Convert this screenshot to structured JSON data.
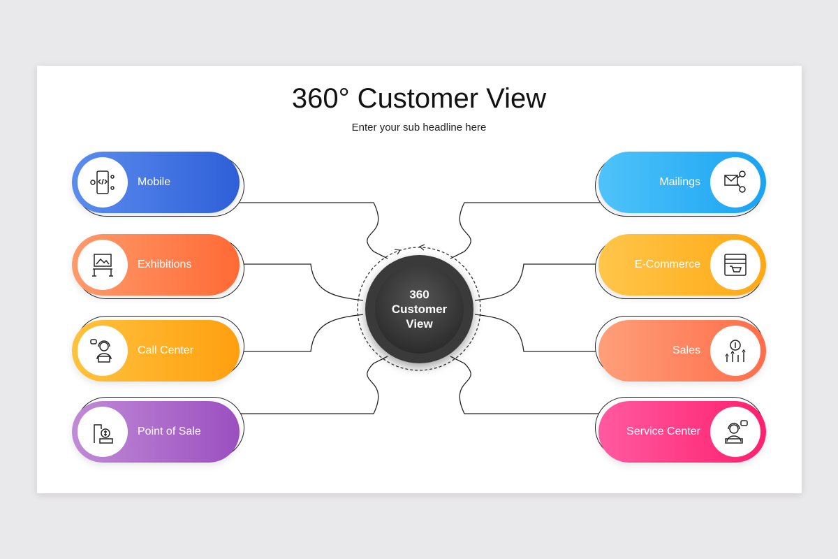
{
  "title": "360° Customer View",
  "subtitle": "Enter your sub headline here",
  "hub": {
    "label": "360 Customer View"
  },
  "left_items": [
    {
      "label": "Mobile",
      "icon": "mobile-code-icon",
      "color_start": "#5b8def",
      "color_end": "#2f5fd8"
    },
    {
      "label": "Exhibitions",
      "icon": "exhibition-icon",
      "color_start": "#ff9a6b",
      "color_end": "#ff6a35"
    },
    {
      "label": "Call Center",
      "icon": "call-center-agent-icon",
      "color_start": "#ffc23e",
      "color_end": "#ff9f0f"
    },
    {
      "label": "Point of Sale",
      "icon": "point-of-sale-icon",
      "color_start": "#c08bd6",
      "color_end": "#9b4fc0"
    }
  ],
  "right_items": [
    {
      "label": "Mailings",
      "icon": "mailing-network-icon",
      "color_start": "#4fc3fa",
      "color_end": "#1aa3f2"
    },
    {
      "label": "E-Commerce",
      "icon": "online-store-icon",
      "color_start": "#ffc64a",
      "color_end": "#ffa814"
    },
    {
      "label": "Sales",
      "icon": "sales-growth-icon",
      "color_start": "#ff9f7a",
      "color_end": "#ff6d49"
    },
    {
      "label": "Service Center",
      "icon": "service-agent-icon",
      "color_start": "#ff5aa0",
      "color_end": "#ff1f6e"
    }
  ]
}
